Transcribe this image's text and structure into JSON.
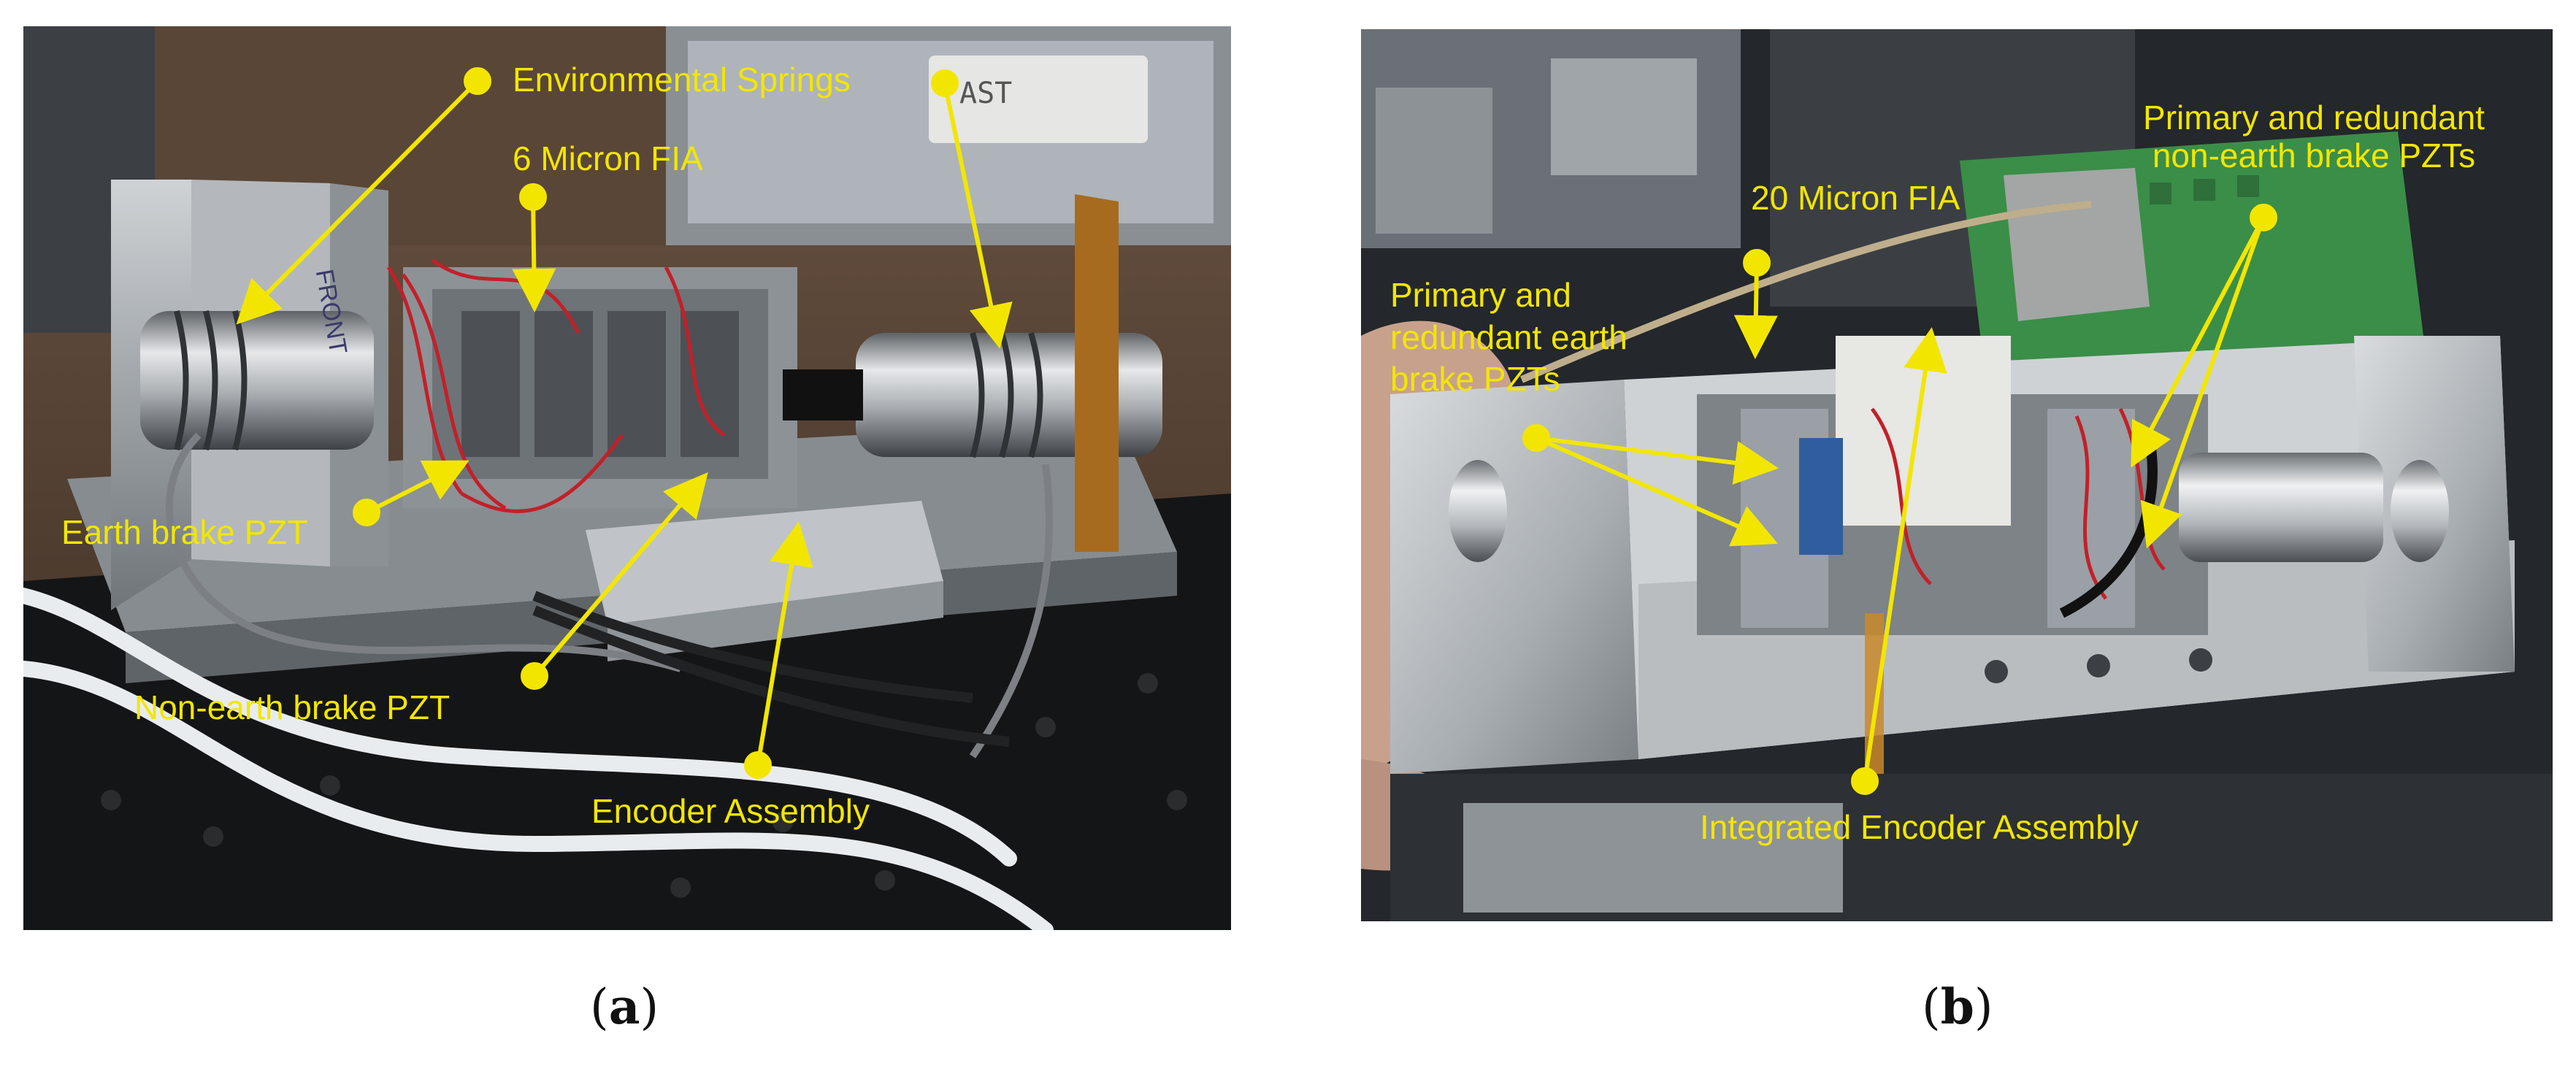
{
  "colors": {
    "annotation": "#f2e600",
    "caption": "#111111",
    "background": "#ffffff"
  },
  "panel_a": {
    "labels": {
      "environmental_springs": "Environmental Springs",
      "six_micron_fia": "6 Micron FIA",
      "earth_brake_pzt": "Earth brake PZT",
      "non_earth_brake_pzt": "Non-earth brake PZT",
      "encoder_assembly": "Encoder Assembly"
    },
    "photo_text": {
      "tag": "AST",
      "handwriting": "FRONT"
    },
    "caption": {
      "open": "(",
      "letter": "a",
      "close": ")"
    }
  },
  "panel_b": {
    "labels": {
      "primary_redundant_non_earth": "Primary and redundant non-earth brake PZTs",
      "twenty_micron_fia": "20 Micron FIA",
      "primary_redundant_earth": "Primary and redundant earth brake PZTs",
      "integrated_encoder_assembly": "Integrated Encoder Assembly"
    },
    "caption": {
      "open": "(",
      "letter": "b",
      "close": ")"
    }
  }
}
